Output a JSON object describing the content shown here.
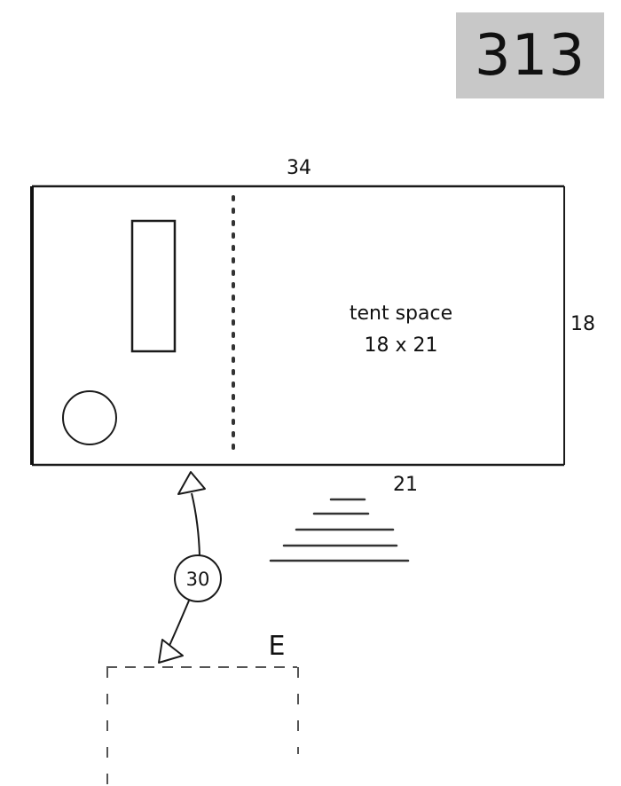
{
  "site_number": "313",
  "pad": {
    "top_dimension": "34",
    "right_dimension": "18",
    "bottom_dimension": "21",
    "tent_space_label": "tent space",
    "tent_space_size": "18 x 21"
  },
  "distance_marker": "30",
  "parking_label": "E",
  "colors": {
    "badge_background": "#c8c8c8",
    "line": "#1a1a1a"
  }
}
